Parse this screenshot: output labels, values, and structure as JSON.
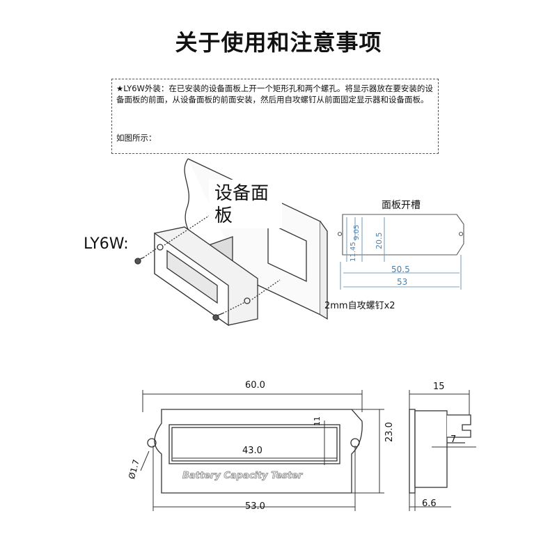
{
  "title": "关于使用和注意事项",
  "note": {
    "text": "★LY6W外装：在已安装的设备面板上开一个矩形孔和两个螺孔。将显示器放在要安装的设备面板的前面，从设备面板的前面安装，然后用自攻螺钉从前面固定显示器和设备面板。",
    "figure_label": "如图所示："
  },
  "install": {
    "model": "LY6W:",
    "panel_label": "设备面板",
    "screw_label": "2mm自攻螺钉x2"
  },
  "cutout": {
    "title": "面板开槽",
    "dims": {
      "h_total": "11.45",
      "h_top": "9.05",
      "h_window": "20.5",
      "w_inner": "50.5",
      "w_outer": "53"
    }
  },
  "front": {
    "dims": {
      "width": "60.0",
      "height": "23.0",
      "window_w": "43.0",
      "window_h": "11",
      "hole_spacing": "53.0",
      "hole_d": "Ø1.7"
    },
    "product_text": "Battery Capacity Tester"
  },
  "side": {
    "dims": {
      "depth": "15",
      "pin": "7",
      "flange": "6.6"
    }
  }
}
